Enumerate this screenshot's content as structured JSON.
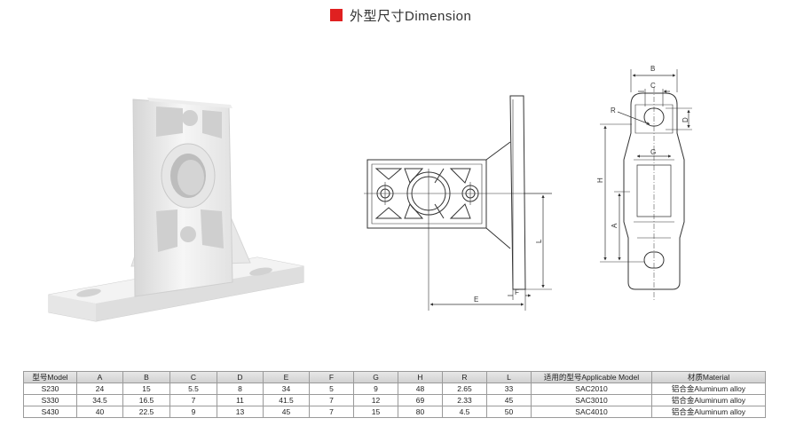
{
  "header": {
    "title": "外型尺寸Dimension",
    "accent_color": "#e02020"
  },
  "drawing": {
    "front_labels": {
      "E": "E",
      "F": "F",
      "L": "L"
    },
    "side_labels": {
      "B": "B",
      "C": "C",
      "R": "R",
      "D": "D",
      "G": "G",
      "H": "H",
      "A": "A"
    }
  },
  "table": {
    "columns": [
      "型号Model",
      "A",
      "B",
      "C",
      "D",
      "E",
      "F",
      "G",
      "H",
      "R",
      "L",
      "适用的型号Applicable Model",
      "材质Material"
    ],
    "rows": [
      [
        "S230",
        "24",
        "15",
        "5.5",
        "8",
        "34",
        "5",
        "9",
        "48",
        "2.65",
        "33",
        "SAC2010",
        "铝合金Aluminum alloy"
      ],
      [
        "S330",
        "34.5",
        "16.5",
        "7",
        "11",
        "41.5",
        "7",
        "12",
        "69",
        "2.33",
        "45",
        "SAC3010",
        "铝合金Aluminum alloy"
      ],
      [
        "S430",
        "40",
        "22.5",
        "9",
        "13",
        "45",
        "7",
        "15",
        "80",
        "4.5",
        "50",
        "SAC4010",
        "铝合金Aluminum alloy"
      ]
    ]
  }
}
